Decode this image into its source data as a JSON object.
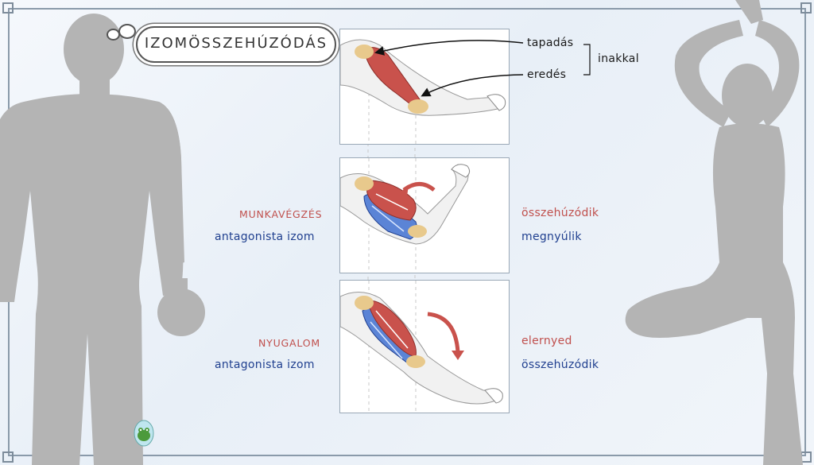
{
  "title": "IZOMÖSSZEHÚZÓDÁS",
  "attachment": {
    "insertion": "tapadás",
    "origin": "eredés",
    "tendons": "inakkal"
  },
  "contraction": {
    "state": "MUNKAVÉGZÉS",
    "antagonist": "antagonista izom",
    "agonist_action": "összehúzódik",
    "antagonist_action": "megnyúlik"
  },
  "rest": {
    "state": "NYUGALOM",
    "antagonist": "antagonista izom",
    "agonist_action": "elernyed",
    "antagonist_action": "összehúzódik"
  },
  "colors": {
    "muscle": "#c0504d",
    "antagonist": "#1f3f8f",
    "silhouette": "#b4b4b4",
    "frame": "#8a9aaa"
  },
  "icons": [
    "thought-bubble-icon",
    "frog-logo-icon",
    "arrow-icon",
    "bracket-icon"
  ]
}
